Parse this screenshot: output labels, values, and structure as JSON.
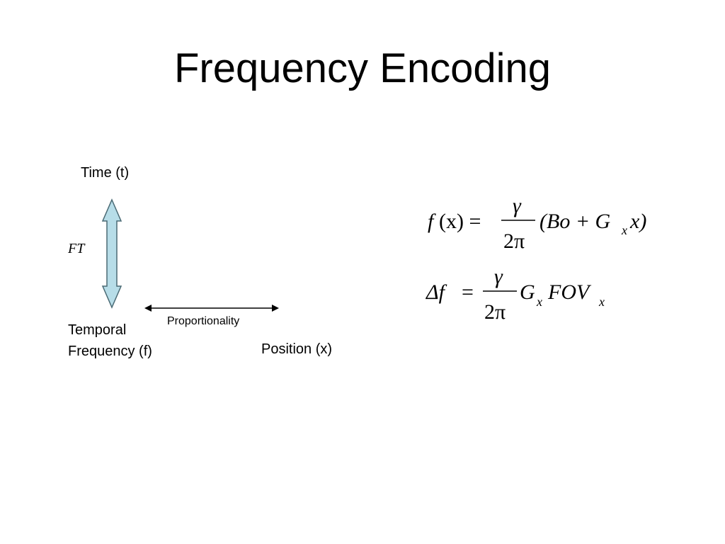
{
  "slide": {
    "title": "Frequency Encoding"
  },
  "diagram": {
    "time_label": "Time (t)",
    "ft_label": "FT",
    "temporal_label_line1": "Temporal",
    "temporal_label_line2": "Frequency (f)",
    "proportionality_label": "Proportionality",
    "position_label": "Position (x)",
    "colors": {
      "ft_arrow_fill": "#b7dde8",
      "ft_arrow_stroke": "#4a6a74",
      "line_color": "#000000"
    }
  },
  "equations": {
    "eq1": {
      "lhs_f": "f",
      "lhs_args": "(x) =",
      "numerator": "γ",
      "denominator": "2π",
      "rhs_open": "(Bo + G",
      "rhs_sub": "x",
      "rhs_close": "x)"
    },
    "eq2": {
      "lhs": "Δf",
      "equals": "=",
      "numerator": "γ",
      "denominator": "2π",
      "g": "G",
      "g_sub": "x",
      "fov": "FOV",
      "fov_sub": "x"
    }
  }
}
